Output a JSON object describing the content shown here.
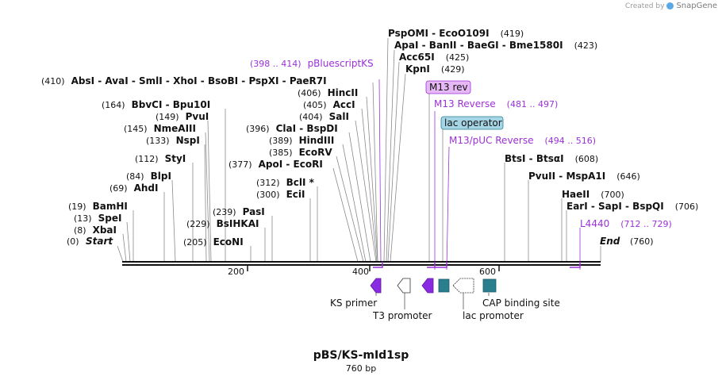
{
  "credit": {
    "prefix": "Created by",
    "brand": "SnapGene",
    "icon": "snapgene-logo-icon"
  },
  "title": "pBS/KS-mId1sp",
  "subtitle": "760 bp",
  "map": {
    "length": 760,
    "start_label": "Start",
    "end_label": "End",
    "start_pos": "(0)",
    "end_pos": "(760)"
  },
  "ticks": [
    {
      "value": 200,
      "label": "200"
    },
    {
      "value": 400,
      "label": "400"
    },
    {
      "value": 600,
      "label": "600"
    }
  ],
  "enzymes_left": [
    {
      "label": "(410)",
      "names": [
        "AbsI",
        "AvaI",
        "SmlI",
        "XhoI",
        "BsoBI",
        "PspXI",
        "PaeR7I"
      ],
      "site": 410
    },
    {
      "label": "(164)",
      "names": [
        "BbvCI",
        "Bpu10I"
      ],
      "site": 164
    },
    {
      "label": "(149)",
      "names": [
        "PvuI"
      ],
      "site": 149
    },
    {
      "label": "(145)",
      "names": [
        "NmeAIII"
      ],
      "site": 145
    },
    {
      "label": "(133)",
      "names": [
        "NspI"
      ],
      "site": 133
    },
    {
      "label": "(112)",
      "names": [
        "StyI"
      ],
      "site": 112
    },
    {
      "label": "(84)",
      "names": [
        "BlpI"
      ],
      "site": 84
    },
    {
      "label": "(69)",
      "names": [
        "AhdI"
      ],
      "site": 69
    },
    {
      "label": "(19)",
      "names": [
        "BamHI"
      ],
      "site": 19
    },
    {
      "label": "(13)",
      "names": [
        "SpeI"
      ],
      "site": 13
    },
    {
      "label": "(8)",
      "names": [
        "XbaI"
      ],
      "site": 8
    },
    {
      "label": "(239)",
      "names": [
        "PasI"
      ],
      "site": 239
    },
    {
      "label": "(229)",
      "names": [
        "BsIHKAI"
      ],
      "site": 229
    },
    {
      "label": "(205)",
      "names": [
        "EcoNI"
      ],
      "site": 205
    },
    {
      "label": "(406)",
      "names": [
        "HincII"
      ],
      "site": 406
    },
    {
      "label": "(405)",
      "names": [
        "AccI"
      ],
      "site": 405
    },
    {
      "label": "(404)",
      "names": [
        "SalI"
      ],
      "site": 404
    },
    {
      "label": "(396)",
      "names": [
        "ClaI",
        "BspDI"
      ],
      "site": 396
    },
    {
      "label": "(389)",
      "names": [
        "HindIII"
      ],
      "site": 389
    },
    {
      "label": "(385)",
      "names": [
        "EcoRV"
      ],
      "site": 385
    },
    {
      "label": "(377)",
      "names": [
        "ApoI",
        "EcoRI"
      ],
      "site": 377
    },
    {
      "label": "(312)",
      "names": [
        "BclI *"
      ],
      "site": 312
    },
    {
      "label": "(300)",
      "names": [
        "EciI"
      ],
      "site": 300
    }
  ],
  "enzymes_right": [
    {
      "label": "(419)",
      "names": [
        "PspOMI",
        "EcoO109I"
      ],
      "site": 419
    },
    {
      "label": "(423)",
      "names": [
        "ApaI",
        "BanII",
        "BaeGI",
        "Bme1580I"
      ],
      "site": 423
    },
    {
      "label": "(425)",
      "names": [
        "Acc65I"
      ],
      "site": 425
    },
    {
      "label": "(429)",
      "names": [
        "KpnI"
      ],
      "site": 429
    },
    {
      "label": "(608)",
      "names": [
        "BtsI",
        "BtsαI"
      ],
      "site": 608
    },
    {
      "label": "(646)",
      "names": [
        "PvuII",
        "MspA1I"
      ],
      "site": 646
    },
    {
      "label": "(700)",
      "names": [
        "HaeII"
      ],
      "site": 700
    },
    {
      "label": "(706)",
      "names": [
        "EarI",
        "SapI",
        "BspQI"
      ],
      "site": 706
    }
  ],
  "primers": [
    {
      "name": "pBluescriptKS",
      "range": "(398 .. 414)",
      "color": "#9b30d9"
    },
    {
      "name": "M13 rev",
      "range": "",
      "color": "#9b30d9"
    },
    {
      "name": "M13 Reverse",
      "range": "(481 .. 497)",
      "color": "#9b30d9"
    },
    {
      "name": "M13/pUC Reverse",
      "range": "(494 .. 516)",
      "color": "#9b30d9"
    },
    {
      "name": "L4440",
      "range": "(712 .. 729)",
      "color": "#9b30d9"
    }
  ],
  "boxed_labels": [
    {
      "name": "M13 rev",
      "bg": "#e6b8f5"
    },
    {
      "name": "lac operator",
      "bg": "#a6d5e6"
    }
  ],
  "features": [
    {
      "name": "KS primer",
      "type": "primer-arrow",
      "color": "#8a2be2"
    },
    {
      "name": "T3 promoter",
      "type": "promoter-arrow",
      "color": "#ffffff"
    },
    {
      "name": "M13 rev",
      "type": "primer-arrow",
      "color": "#8a2be2"
    },
    {
      "name": "lac operator",
      "type": "box",
      "color": "#2a7f8f"
    },
    {
      "name": "lac promoter",
      "type": "promoter-arrow",
      "color": "#ffffff"
    },
    {
      "name": "CAP binding site",
      "type": "box",
      "color": "#2a7f8f"
    }
  ],
  "colors": {
    "primer": "#9b30d9",
    "feature_teal": "#2a7f8f",
    "line": "#888888",
    "backbone": "#111111"
  }
}
